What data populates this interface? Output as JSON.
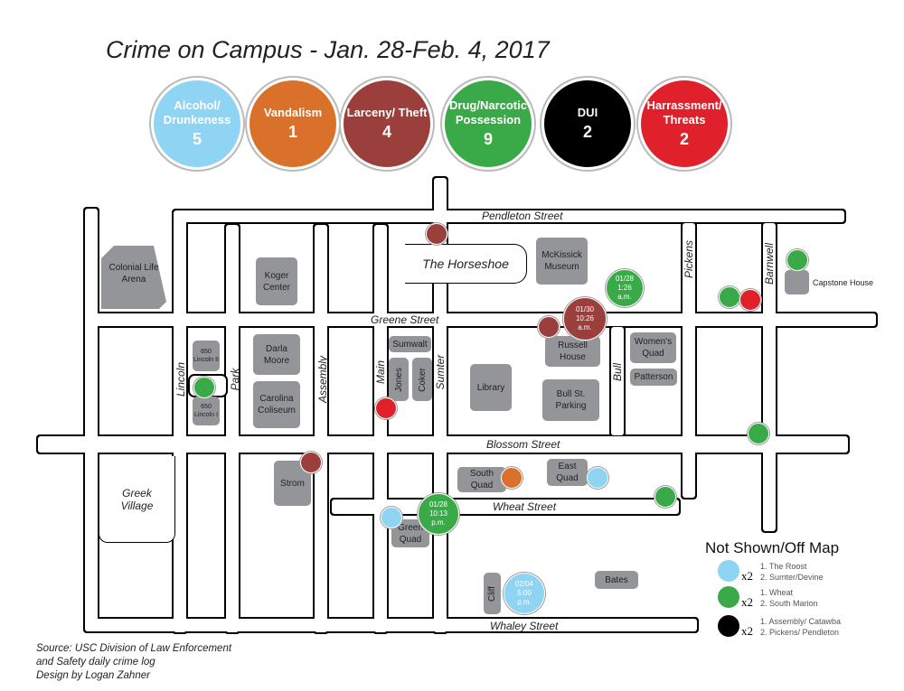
{
  "title": "Crime on Campus - Jan. 28-Feb. 4, 2017",
  "categories": [
    {
      "name": "Alcohol/ Drunkeness",
      "count": "5",
      "color": "#8fd4f2"
    },
    {
      "name": "Vandalism",
      "count": "1",
      "color": "#d9712a"
    },
    {
      "name": "Larceny/ Theft",
      "count": "4",
      "color": "#9a3f3b"
    },
    {
      "name": "Drug/Narcotic Possession",
      "count": "9",
      "color": "#3aaa48"
    },
    {
      "name": "DUI",
      "count": "2",
      "color": "#000000"
    },
    {
      "name": "Harrassment/ Threats",
      "count": "2",
      "color": "#e0202a"
    }
  ],
  "streets": {
    "pendleton": "Pendleton Street",
    "greene": "Greene Street",
    "blossom": "Blossom Street",
    "wheat": "Wheat Street",
    "whaley": "Whaley Street",
    "lincoln": "Lincoln",
    "park": "Park",
    "assembly": "Assembly",
    "main": "Main",
    "sumter": "Sumter",
    "bull": "Bull",
    "pickens": "Pickens",
    "barnwell": "Barnwell"
  },
  "buildings": {
    "colonial_life": "Colonial Life Arena",
    "koger": "Koger Center",
    "horseshoe": "The Horseshoe",
    "mckissick": "McKissick Museum",
    "darla_moore": "Darla Moore",
    "coliseum": "Carolina Coliseum",
    "lincoln2": "650 Lincoln II",
    "lincoln1": "650 Lincoln I",
    "sumwalt": "Sumwalt",
    "jones": "Jones",
    "coker": "Coker",
    "library": "Library",
    "russell": "Russell House",
    "bull_parking": "Bull St. Parking",
    "womens_quad": "Women's Quad",
    "patterson": "Patterson",
    "capstone": "Capstone House",
    "greek_village": "Greek Village",
    "strom": "Strom",
    "south_quad": "South Quad",
    "east_quad": "East Quad",
    "green_quad": "Green Quad",
    "cliff": "Cliff",
    "bates": "Bates"
  },
  "incidents": {
    "drug_0128_am": "01/28 1:26 a.m.",
    "theft_0130": "01/30 10:26 a.m.",
    "drug_0128_pm": "01/28 10:13 p.m.",
    "alcohol_0204": "02/04 5:00 p.m."
  },
  "legend": {
    "title": "Not Shown/Off Map",
    "rows": [
      {
        "color": "#8fd4f2",
        "mult": "x2",
        "items": [
          "1. The Roost",
          "2. Sumter/Devine"
        ]
      },
      {
        "color": "#3aaa48",
        "mult": "x2",
        "items": [
          "1. Wheat",
          "2. South Marion"
        ]
      },
      {
        "color": "#000000",
        "mult": "x2",
        "items": [
          "1. Assembly/ Catawba",
          "2. Pickens/ Pendleton"
        ]
      }
    ]
  },
  "source": [
    "Source: USC Division of Law Enforcement",
    "and Safety daily crime log",
    "Design by Logan Zahner"
  ]
}
